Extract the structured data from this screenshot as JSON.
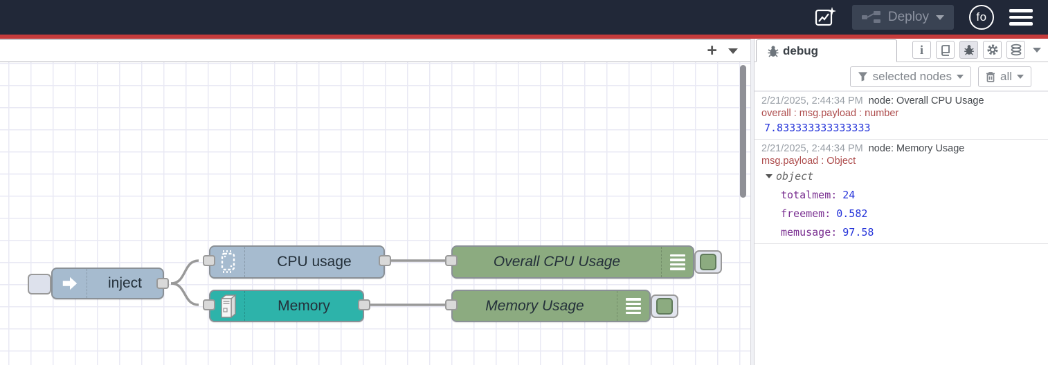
{
  "header": {
    "deploy_label": "Deploy",
    "avatar_text": "fo"
  },
  "workspace_tabbar": {
    "add_flow_glyph": "+"
  },
  "flow": {
    "inject_label": "inject",
    "cpu_label": "CPU usage",
    "memory_label": "Memory",
    "debug_cpu_label": "Overall CPU Usage",
    "debug_memory_label": "Memory Usage"
  },
  "sidebar": {
    "tab_label": "debug",
    "icons": {
      "info_glyph": "i"
    },
    "filter_button": "selected nodes",
    "clear_button": "all",
    "messages": [
      {
        "timestamp": "2/21/2025, 2:44:34 PM",
        "source": "node: Overall CPU Usage",
        "property": "overall : msg.payload : number",
        "value": "7.833333333333333"
      },
      {
        "timestamp": "2/21/2025, 2:44:34 PM",
        "source": "node: Memory Usage",
        "property": "msg.payload : Object",
        "object_label": "object",
        "entries": [
          {
            "key": "totalmem:",
            "value": "24"
          },
          {
            "key": "freemem:",
            "value": "0.582"
          },
          {
            "key": "memusage:",
            "value": "97.58"
          }
        ]
      }
    ]
  },
  "colors": {
    "header_bg": "#212838",
    "accent_red": "#c53b3b",
    "inject_node": "#a6bbcf",
    "cpu_node": "#a6bbcf",
    "memory_node": "#2db3aa",
    "debug_node": "#8cab80",
    "wire": "#999999",
    "grid": "#e9e9f4",
    "debug_property_text": "#ad4b4b",
    "debug_key_text": "#792e90",
    "debug_number_text": "#2433d9"
  }
}
